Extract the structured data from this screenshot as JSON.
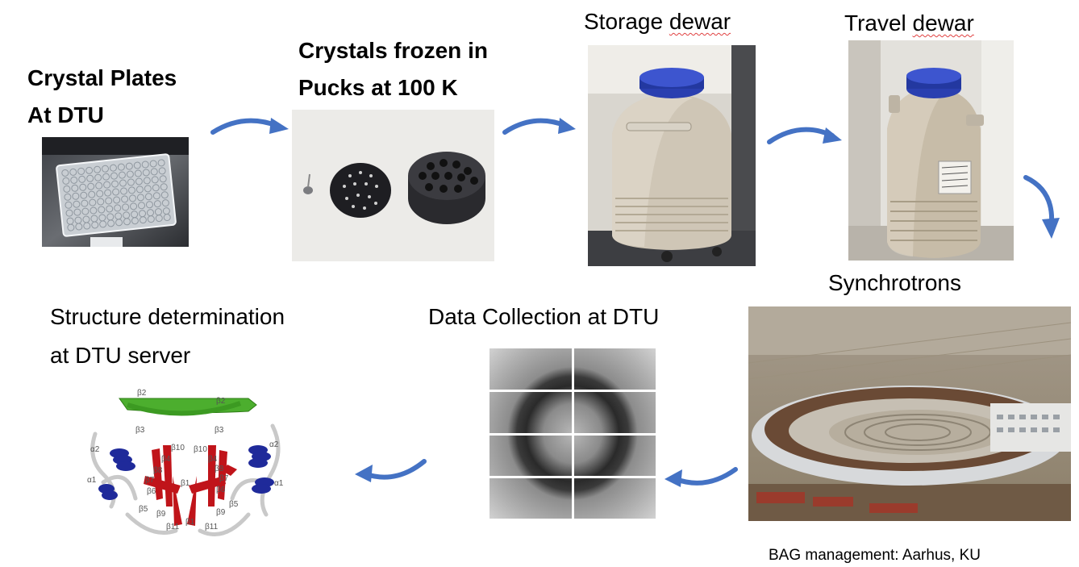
{
  "steps": {
    "crystal_plates": {
      "line1": "Crystal Plates",
      "line2": "At DTU"
    },
    "crystals_frozen": {
      "line1": "Crystals frozen in",
      "line2": "Pucks at 100 K"
    },
    "storage": {
      "word1": "Storage",
      "word2": "dewar"
    },
    "travel": {
      "word1": "Travel",
      "word2": "dewar"
    },
    "synchrotrons": {
      "label": "Synchrotrons"
    },
    "data_collection": {
      "label": "Data Collection at DTU"
    },
    "structure": {
      "line1": "Structure determination",
      "line2": "at DTU server"
    }
  },
  "structure_labels": {
    "b2_left": "β2",
    "b2_right": "β2",
    "b3_left": "β3",
    "b3_right": "β3",
    "a2_left": "α2",
    "a2_right": "α2",
    "a1_left": "α1",
    "a1_right": "α1",
    "b10_left": "β10",
    "b10_right": "β10",
    "b4_left": "β4",
    "b4_right": "β4",
    "b8_left": "β8",
    "b8_right": "β8",
    "b7_left": "β7",
    "b7_right": "β7",
    "b6_left": "β6",
    "b6_right": "β6",
    "b1_top": "β1",
    "b1_bottom": "β1",
    "b5_left": "β5",
    "b5_right": "β5",
    "b9_left": "β9",
    "b9_right": "β9",
    "b11_left": "β11",
    "b11_right": "β11"
  },
  "footnote": "BAG management: Aarhus, KU",
  "colors": {
    "arrow": "#4472c4",
    "spellcheck_underline": "#e04040",
    "helix": "#1f2a9a",
    "strand_red": "#c0141a",
    "strand_green": "#4cae2e",
    "dewar_lid": "#2a3fb0"
  },
  "icons": [
    "curved-arrow-icon"
  ]
}
